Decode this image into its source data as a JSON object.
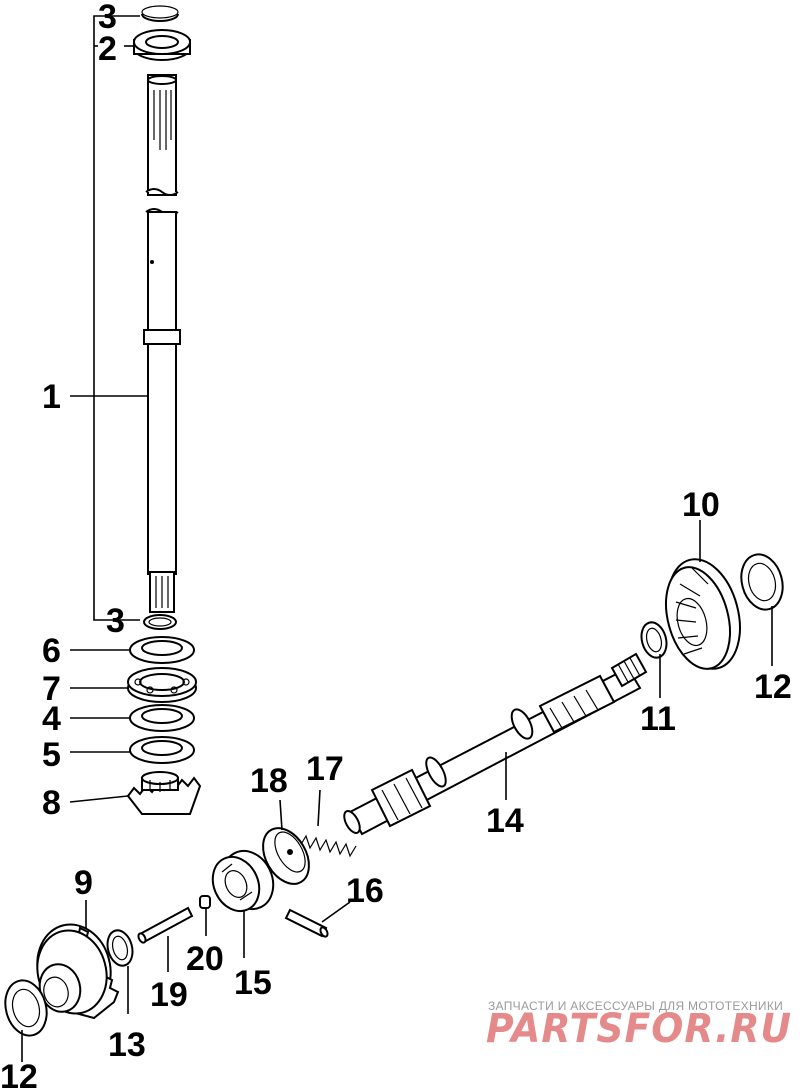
{
  "callouts": {
    "c1": "1",
    "c2": "2",
    "c3a": "3",
    "c3b": "3",
    "c4": "4",
    "c5": "5",
    "c6": "6",
    "c7": "7",
    "c8": "8",
    "c9": "9",
    "c10": "10",
    "c11": "11",
    "c12a": "12",
    "c12b": "12",
    "c13": "13",
    "c14": "14",
    "c15": "15",
    "c16": "16",
    "c17": "17",
    "c18": "18",
    "c19": "19",
    "c20": "20"
  },
  "watermark": {
    "caption": "ЗАПЧАСТИ И АКСЕССУАРЫ ДЛЯ МОТОТЕХНИКИ",
    "brand": "PARTSFOR.RU",
    "color": "#e58a8a"
  },
  "colors": {
    "ink": "#000000",
    "background": "#ffffff"
  }
}
